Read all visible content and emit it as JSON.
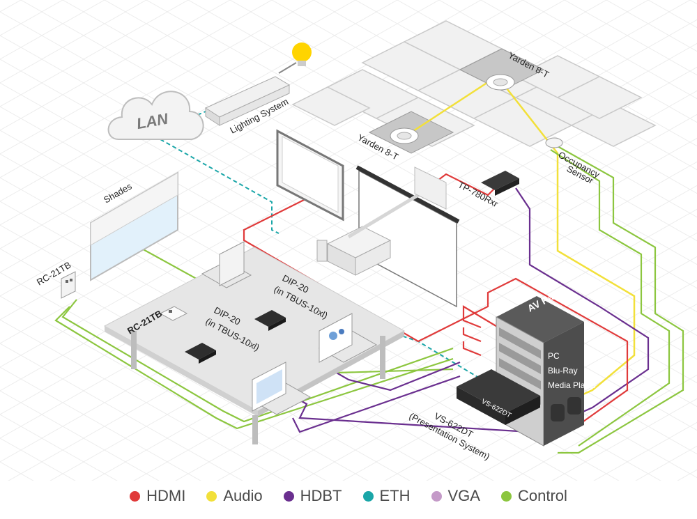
{
  "labels": {
    "lan": "LAN",
    "lighting_system": "Lighting System",
    "yarden_top": "Yarden 8-T",
    "yarden_left": "Yarden 8-T",
    "occupancy_sensor_line1": "Occupancy",
    "occupancy_sensor_line2": "Sensor",
    "shades": "Shades",
    "rc21tb_wall": "RC-21TB",
    "rc21tb_table": "RC-21TB",
    "tp780rxr": "TP-780Rxr",
    "dip20_right_line1": "DIP-20",
    "dip20_right_line2": "(in TBUS-10xl)",
    "dip20_left_line1": "DIP-20",
    "dip20_left_line2": "(in TBUS-10xl)",
    "av_rack": "AV Rack",
    "rack_pc": "PC",
    "rack_bluray": "Blu-Ray",
    "rack_media": "Media Player",
    "vs622dt_device": "VS-622DT",
    "vs622dt_line1": "VS-622DT",
    "vs622dt_line2": "(Presentation System)"
  },
  "legend": [
    {
      "label": "HDMI",
      "color": "#e03a3a"
    },
    {
      "label": "Audio",
      "color": "#f2e03a"
    },
    {
      "label": "HDBT",
      "color": "#6a2f8f"
    },
    {
      "label": "ETH",
      "color": "#1aa6a8"
    },
    {
      "label": "VGA",
      "color": "#c49ac8"
    },
    {
      "label": "Control",
      "color": "#8cc63f"
    }
  ],
  "colors": {
    "hdmi": "#e03a3a",
    "audio": "#f2e03a",
    "hdbt": "#6a2f8f",
    "eth": "#1aa6a8",
    "vga": "#c49ac8",
    "control": "#8cc63f",
    "bulb": "#ffd400",
    "rack_dark": "#4d4d4d"
  }
}
